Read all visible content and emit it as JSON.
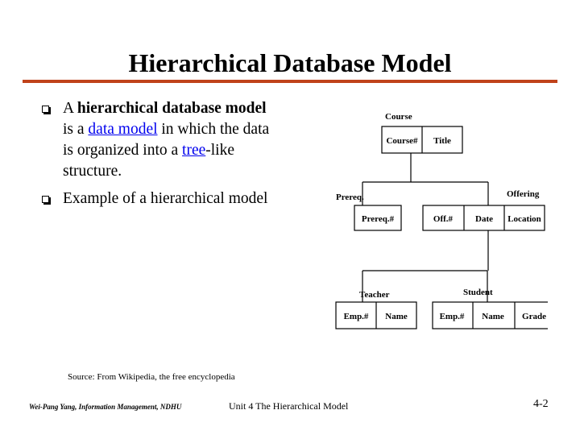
{
  "title": "Hierarchical Database Model",
  "bullets": [
    {
      "prefix": "A ",
      "bold": "hierarchical database model",
      "line2_pre": "is a ",
      "link1": "data model",
      "line2_post": " in which the data",
      "line3_pre": "is organized into a ",
      "link2": "tree",
      "line3_post": "-like",
      "line4": "structure."
    },
    {
      "text": "Example of a hierarchical model"
    }
  ],
  "diagram": {
    "course": {
      "label": "Course",
      "fields": [
        "Course#",
        "Title"
      ]
    },
    "prereq": {
      "label": "Prereq.",
      "fields": [
        "Prereq.#"
      ]
    },
    "offering": {
      "label": "Offering",
      "fields": [
        "Off.#",
        "Date",
        "Location"
      ]
    },
    "teacher": {
      "label": "Teacher",
      "fields": [
        "Emp.#",
        "Name"
      ]
    },
    "student": {
      "label": "Student",
      "fields": [
        "Emp.#",
        "Name",
        "Grade"
      ]
    }
  },
  "source": "Source: From Wikipedia, the free encyclopedia",
  "footer": {
    "left": "Wei-Pang Yang, Information Management, NDHU",
    "center": "Unit 4  The Hierarchical Model",
    "page": "4-2"
  }
}
